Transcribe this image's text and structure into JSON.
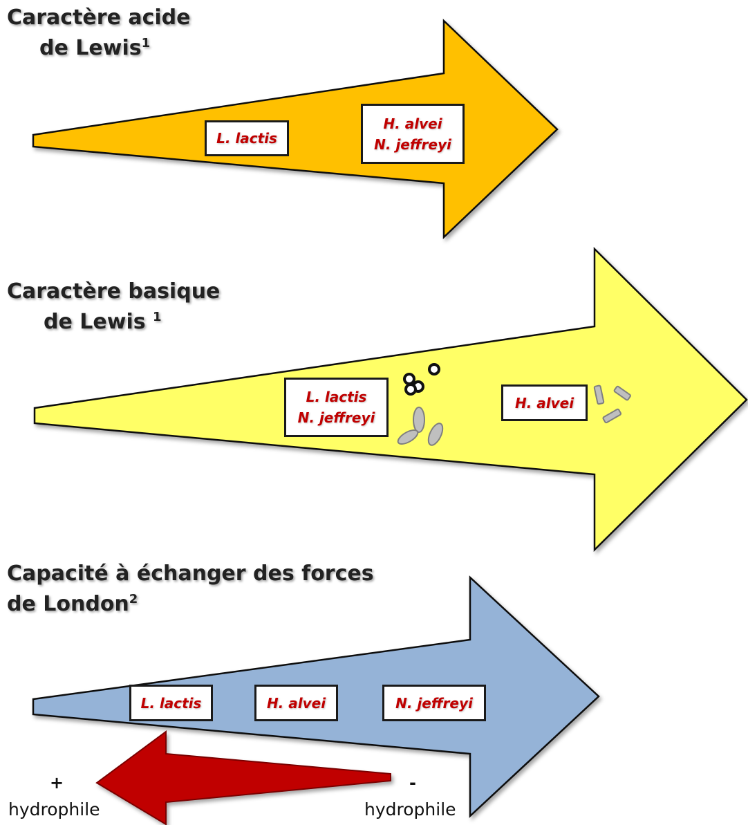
{
  "colors": {
    "acid_arrow": "#ffc000",
    "basic_arrow": "#ffff66",
    "london_arrow": "#95b3d7",
    "hydrophile_arrow": "#c00000",
    "bacteria_label": "#c00000"
  },
  "panels": {
    "acid": {
      "title_line1": "Caractère acide",
      "title_line2": "de Lewis",
      "title_sup": "1",
      "box1": [
        "L. lactis"
      ],
      "box2": [
        "H. alvei",
        "N. jeffreyi"
      ]
    },
    "basic": {
      "title_line1": "Caractère basique",
      "title_line2": "de Lewis ",
      "title_sup": "1",
      "box1": [
        "L. lactis",
        "N. jeffreyi"
      ],
      "box2": [
        "H. alvei"
      ],
      "icons": [
        "cocci-cells-icon",
        "ovoid-cells-icon",
        "rod-cells-icon"
      ]
    },
    "london": {
      "title_line1": "Capacité à échanger des forces",
      "title_line2": "de London",
      "title_sup": "2",
      "box1": [
        "L. lactis"
      ],
      "box2": [
        "H. alvei"
      ],
      "box3": [
        "N. jeffreyi"
      ]
    }
  },
  "hydrophile": {
    "plus_sign": "+",
    "minus_sign": "-",
    "left_label": "hydrophile",
    "right_label": "hydrophile"
  }
}
